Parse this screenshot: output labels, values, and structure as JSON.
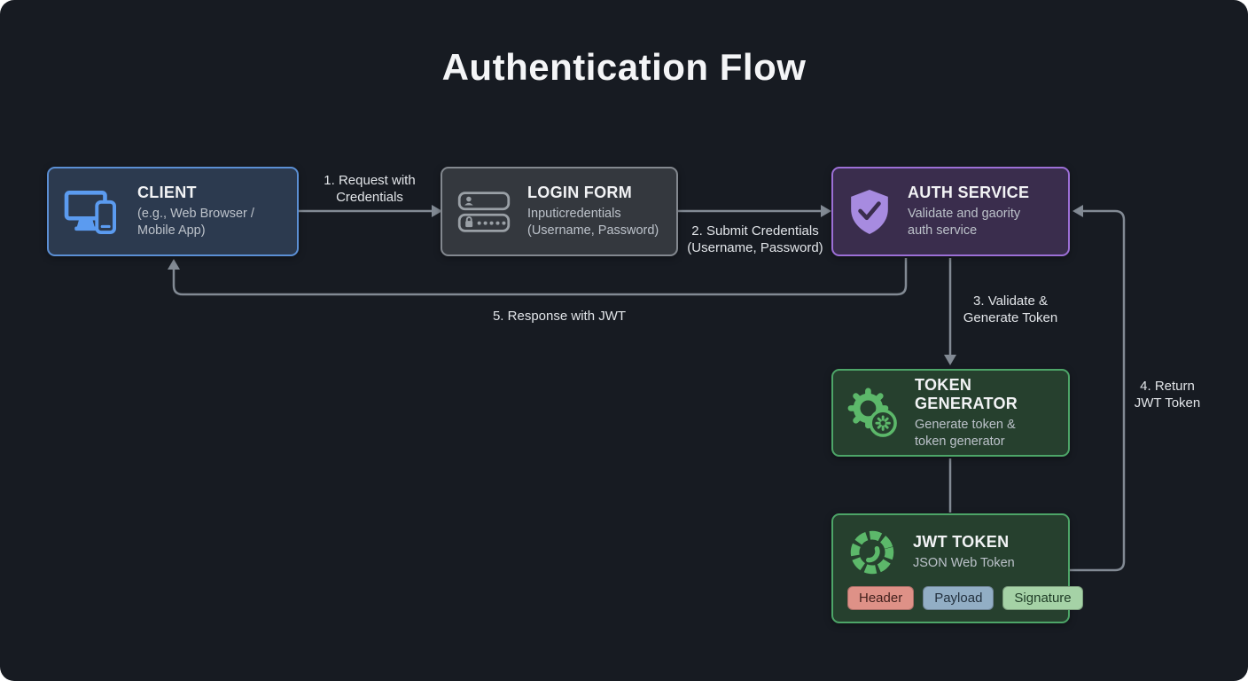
{
  "title": "Authentication Flow",
  "colors": {
    "background": "#171b22",
    "client_accent": "#5b9bf0",
    "login_accent": "#9aa0a6",
    "auth_accent": "#a78be0",
    "green_accent": "#5cb86a",
    "edge_gray": "#828a94",
    "badge_header_bg": "#de9187",
    "badge_payload_bg": "#92aec5",
    "badge_signature_bg": "#a5d2a6"
  },
  "nodes": {
    "client": {
      "icon": "devices-icon",
      "title": "CLIENT",
      "subtitle": "(e.g., Web Browser / Mobile App)"
    },
    "login_form": {
      "icon": "login-fields-icon",
      "title": "LOGIN FORM",
      "subtitle_line1": "Inputicredentials",
      "subtitle_line2": "(Username, Password)"
    },
    "auth_service": {
      "icon": "shield-check-icon",
      "title": "AUTH SERVICE",
      "subtitle": "Validate and gaority auth service"
    },
    "token_generator": {
      "icon": "gear-token-icon",
      "title": "TOKEN GENERATOR",
      "subtitle": "Generate token & token generator"
    },
    "jwt_token": {
      "icon": "jwt-ring-icon",
      "title": "JWT TOKEN",
      "subtitle": "JSON Web Token",
      "badges": [
        "Header",
        "Payload",
        "Signature"
      ]
    }
  },
  "edges": {
    "e1": {
      "line1": "1. Request with",
      "line2": "Credentials"
    },
    "e2": {
      "line1": "2. Submit Credentials",
      "line2": "(Username, Password)"
    },
    "e3": {
      "line1": "3. Validate &",
      "line2": "Generate Token"
    },
    "e4": {
      "line1": "4. Return",
      "line2": "JWT Token"
    },
    "e5": {
      "label": "5. Response with JWT"
    }
  }
}
